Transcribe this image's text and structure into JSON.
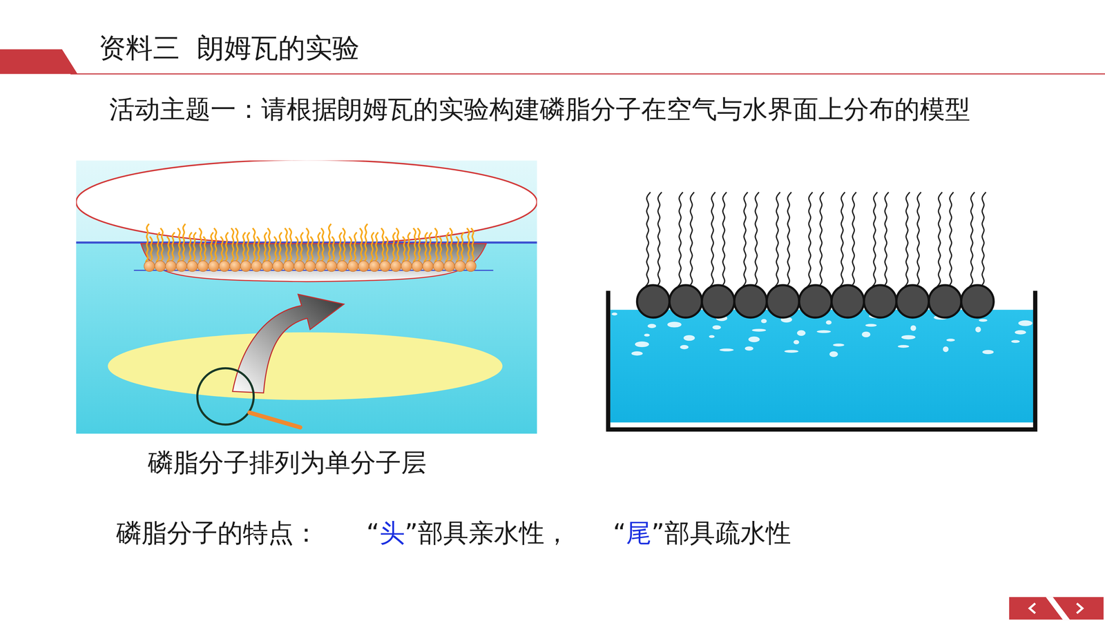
{
  "diagram": {
    "title": "资料三  朗姆瓦的实验",
    "caption": "磷脂分子排列为单分子层",
    "labels": [
      "活动主题一：请根据朗姆瓦的实验构建磷脂分子在空气与水界面上分布的模型",
      "磷脂分子的特点：",
      "“",
      "头",
      "”部具亲水性，",
      "“",
      "尾",
      "”部具疏水性"
    ]
  }
}
